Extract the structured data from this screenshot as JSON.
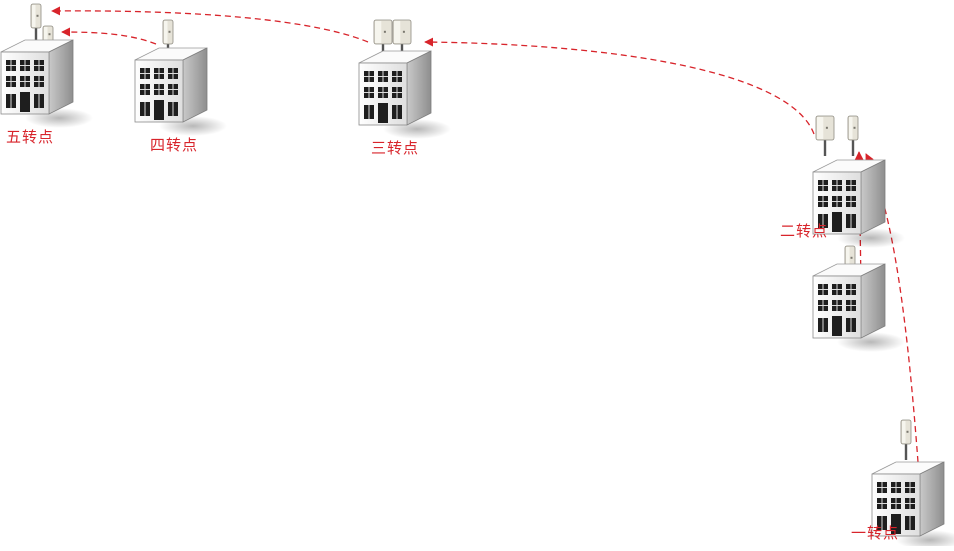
{
  "diagram": {
    "nodes": [
      {
        "id": "n5",
        "label": "五转点"
      },
      {
        "id": "n4",
        "label": "四转点"
      },
      {
        "id": "n3",
        "label": "三转点"
      },
      {
        "id": "n2",
        "label": "二转点"
      },
      {
        "id": "n2b",
        "label": ""
      },
      {
        "id": "n1",
        "label": "一转点"
      }
    ],
    "links": [
      {
        "from": "n1",
        "to": "n2"
      },
      {
        "from": "n2b",
        "to": "n2"
      },
      {
        "from": "n2",
        "to": "n3"
      },
      {
        "from": "n3",
        "to": "n5"
      },
      {
        "from": "n4",
        "to": "n5"
      }
    ],
    "colors": {
      "link": "#d8242b",
      "label": "#d8242b",
      "building_front": "#f1f1f1",
      "building_side": "#a9a9a9",
      "building_top": "#fbfbfb",
      "window": "#1e1e1e",
      "antenna_panel": "#e6e3d8"
    }
  }
}
